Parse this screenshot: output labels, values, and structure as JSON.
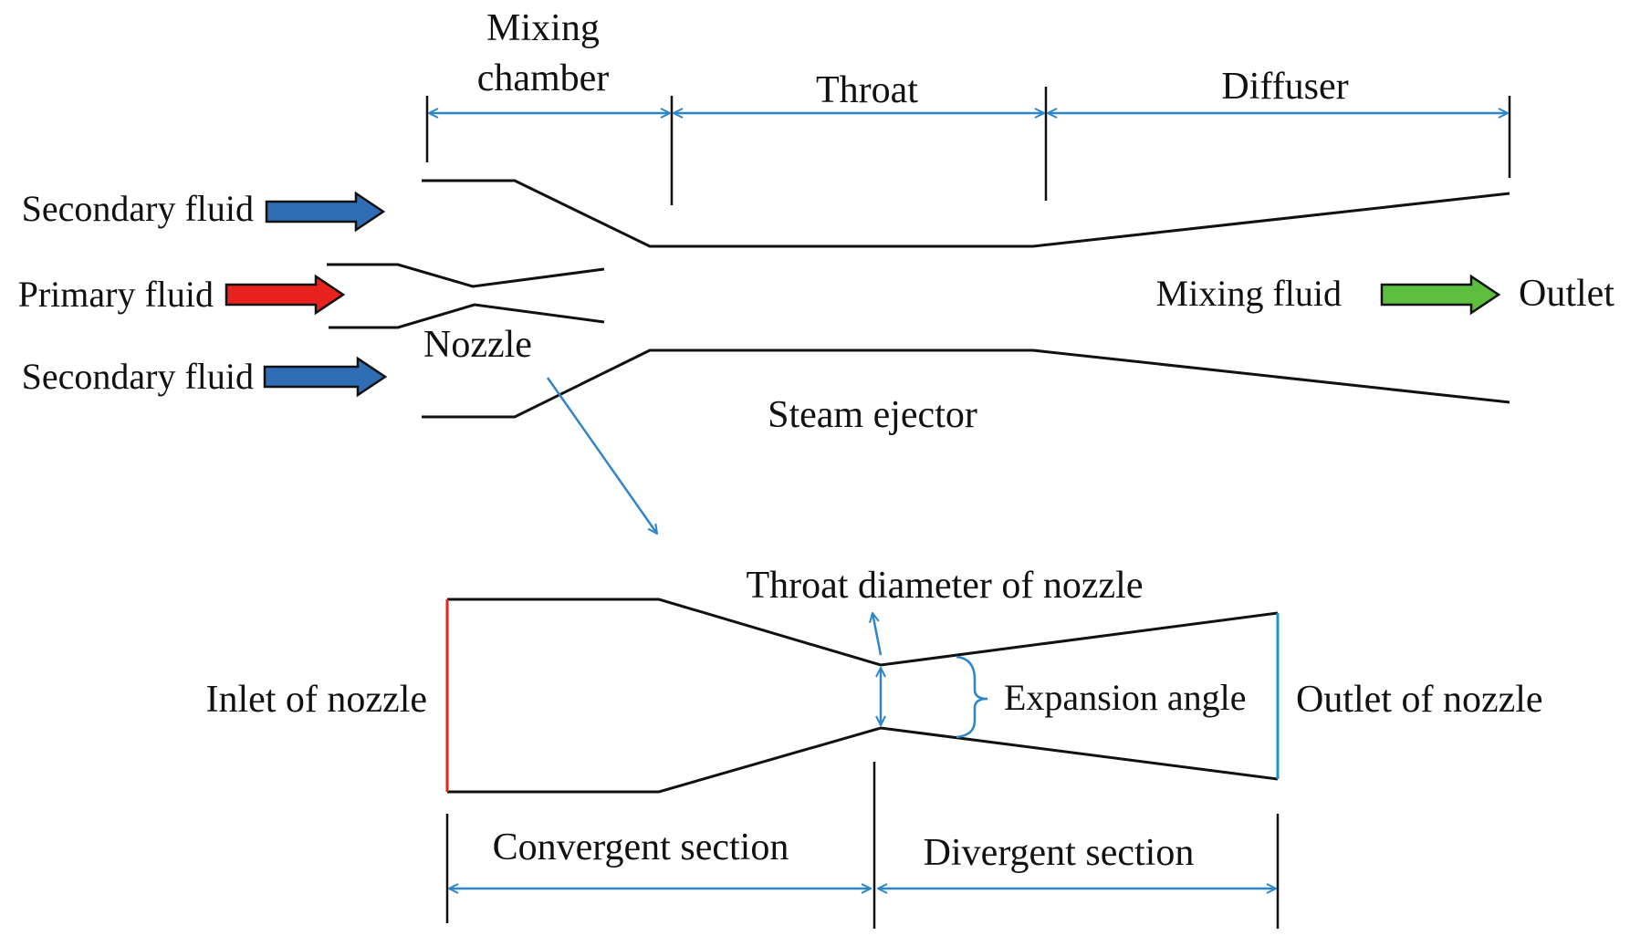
{
  "ejector": {
    "sections": {
      "mixing_line1": "Mixing",
      "mixing_line2": "chamber",
      "throat": "Throat",
      "diffuser": "Diffuser"
    },
    "inlets": {
      "secondary_top": "Secondary fluid",
      "primary": "Primary fluid",
      "secondary_bottom": "Secondary fluid"
    },
    "nozzle_label": "Nozzle",
    "title": "Steam ejector",
    "mixing_fluid": "Mixing fluid",
    "outlet": "Outlet"
  },
  "nozzle_detail": {
    "inlet": "Inlet of nozzle",
    "outlet": "Outlet of nozzle",
    "throat_diameter": "Throat diameter of nozzle",
    "expansion_angle": "Expansion angle",
    "convergent": "Convergent section",
    "divergent": "Divergent section"
  },
  "colors": {
    "secondary_arrow": "#2f6eb5",
    "primary_arrow": "#e8231f",
    "mixing_arrow": "#5cbf3e",
    "dimension_lines": "#2e86c8",
    "nozzle_inlet_line": "#e8231f",
    "nozzle_outlet_line": "#1f8fcf"
  }
}
